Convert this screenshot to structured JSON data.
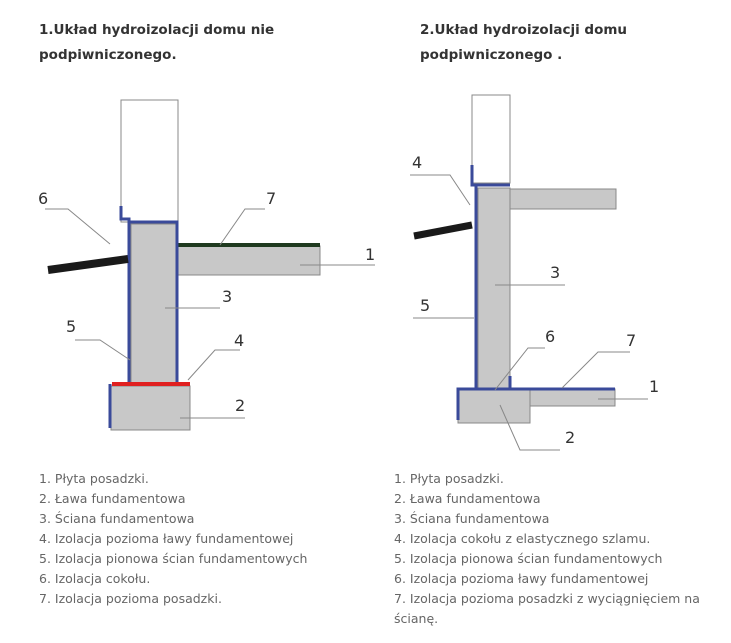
{
  "diagram_1": {
    "title": "1.Układ hydroizolacji domu nie podpiwniczonego.",
    "callouts": [
      "1",
      "2",
      "3",
      "4",
      "5",
      "6",
      "7"
    ],
    "legend": [
      "1. Płyta posadzki.",
      "2. Ława fundamentowa",
      "3. Ściana fundamentowa",
      "4. Izolacja pozioma ławy fundamentowej",
      "5. Izolacja pionowa ścian fundamentowych",
      "6. Izolacja cokołu.",
      "7. Izolacja pozioma posadzki."
    ]
  },
  "diagram_2": {
    "title": "2.Układ hydroizolacji domu podpiwniczonego .",
    "callouts": [
      "1",
      "2",
      "3",
      "4",
      "5",
      "6",
      "7"
    ],
    "legend": [
      "1. Płyta posadzki.",
      "2. Ława fundamentowa",
      "3. Ściana fundamentowa",
      "4. Izolacja cokołu z elastycznego szlamu.",
      "5. Izolacja pionowa ścian fundamentowych",
      "6. Izolacja pozioma ławy fundamentowej",
      "7. Izolacja pozioma posadzki z wyciągnięciem na ścianę."
    ]
  },
  "colors": {
    "concrete": "#c8c8c8",
    "outline": "#888888",
    "vertical_insulation": "#3a4a9a",
    "horizontal_footing_insulation": "#e02020",
    "floor_insulation": "#1f3a1f",
    "drainage_pipe": "#1a1a1a"
  }
}
